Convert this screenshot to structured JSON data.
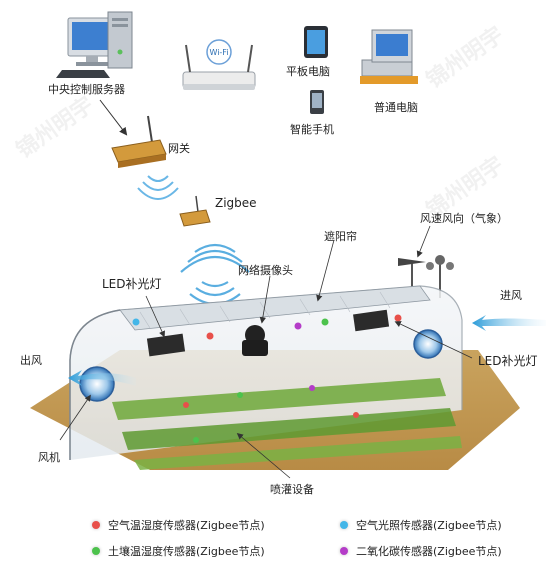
{
  "devices": {
    "server": "中央控制服务器",
    "tablet": "平板电脑",
    "smartphone": "智能手机",
    "pc": "普通电脑",
    "gateway": "网关",
    "zigbee": "Zigbee",
    "wifi_text": "Wi-Fi"
  },
  "greenhouse": {
    "camera": "网络摄像头",
    "shade": "遮阳帘",
    "weather": "风速风向（气象）",
    "led_left": "LED补光灯",
    "led_right": "LED补光灯",
    "inflow": "进风",
    "outflow": "出风",
    "fan": "风机",
    "sprinkler": "喷灌设备"
  },
  "legend": [
    {
      "label": "空气温湿度传感器(Zigbee节点)",
      "color": "#e8504a"
    },
    {
      "label": "空气光照传感器(Zigbee节点)",
      "color": "#43b6e8"
    },
    {
      "label": "土壤温湿度传感器(Zigbee节点)",
      "color": "#4cc24c"
    },
    {
      "label": "二氧化碳传感器(Zigbee节点)",
      "color": "#b43cc8"
    }
  ]
}
